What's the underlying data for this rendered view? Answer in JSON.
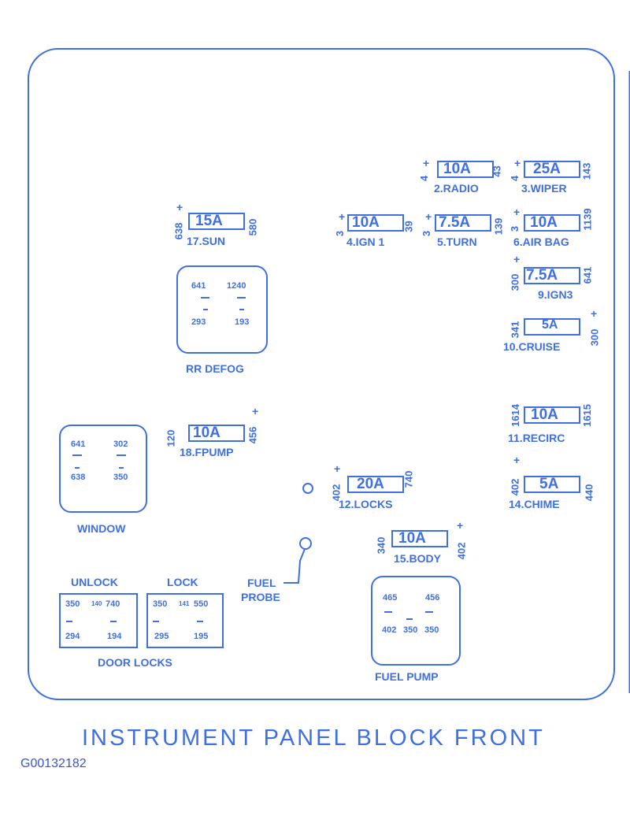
{
  "title": "INSTRUMENT PANEL BLOCK FRONT",
  "figure_code": "G00132182",
  "colors": {
    "line": "#3f6fe0",
    "text": "#3f6fe0",
    "background": "#ffffff"
  },
  "fuses": {
    "radio": {
      "rating": "10A",
      "name": "2.RADIO",
      "pin_left": "4",
      "pin_right": "43",
      "plus": "+"
    },
    "wiper": {
      "rating": "25A",
      "name": "3.WIPER",
      "pin_left": "4",
      "pin_right": "143",
      "plus": "+"
    },
    "sun": {
      "rating": "15A",
      "name": "17.SUN",
      "pin_left": "638",
      "pin_right": "580",
      "plus": "+"
    },
    "ign1": {
      "rating": "10A",
      "name": "4.IGN 1",
      "pin_left": "3",
      "pin_right": "39",
      "plus": "+"
    },
    "turn": {
      "rating": "7.5A",
      "name": "5.TURN",
      "pin_left": "3",
      "pin_right": "139",
      "plus": "+"
    },
    "airbag": {
      "rating": "10A",
      "name": "6.AIR BAG",
      "pin_left": "3",
      "pin_right": "1139",
      "plus": "+"
    },
    "ign3": {
      "rating": "7.5A",
      "name": "9.IGN3",
      "pin_left": "300",
      "pin_right": "641",
      "plus": "+"
    },
    "cruise": {
      "rating": "5A",
      "name": "10.CRUISE",
      "pin_left": "341",
      "pin_right": "300",
      "plus": "+"
    },
    "recirc": {
      "rating": "10A",
      "name": "11.RECIRC",
      "pin_left": "1614",
      "pin_right": "1615"
    },
    "fpump": {
      "rating": "10A",
      "name": "18.FPUMP",
      "pin_left": "120",
      "pin_right": "456",
      "plus": "+"
    },
    "locks": {
      "rating": "20A",
      "name": "12.LOCKS",
      "pin_left": "402",
      "pin_right": "740",
      "plus": "+"
    },
    "chime": {
      "rating": "5A",
      "name": "14.CHIME",
      "pin_left": "402",
      "pin_right": "440",
      "plus": "+"
    },
    "body": {
      "rating": "10A",
      "name": "15.BODY",
      "pin_left": "340",
      "pin_right": "402",
      "plus": "+"
    }
  },
  "relays": {
    "rr_defog": {
      "name": "RR DEFOG",
      "pins": [
        "641",
        "1240",
        "293",
        "193"
      ]
    },
    "window": {
      "name": "WINDOW",
      "pins": [
        "641",
        "302",
        "638",
        "350"
      ]
    },
    "unlock": {
      "label": "UNLOCK",
      "pins": [
        "350",
        "140",
        "740",
        "294",
        "194"
      ]
    },
    "lock": {
      "label": "LOCK",
      "pins": [
        "350",
        "141",
        "550",
        "295",
        "195"
      ]
    },
    "fuel_pump": {
      "name": "FUEL PUMP",
      "pins": [
        "465",
        "456",
        "402",
        "350",
        "350"
      ]
    }
  },
  "door_locks_label": "DOOR LOCKS",
  "fuel_probe_label": [
    "FUEL",
    "PROBE"
  ]
}
